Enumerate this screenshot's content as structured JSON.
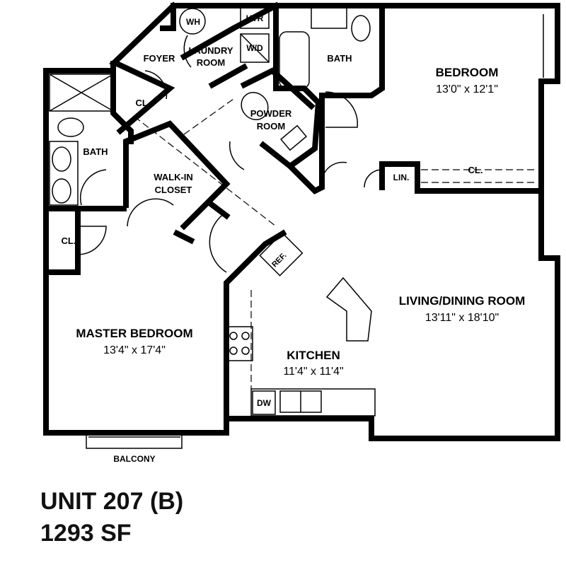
{
  "rooms": {
    "wh": "WH",
    "htr": "HTR",
    "wd": "W/D",
    "foyer": "FOYER",
    "laundry": [
      "LAUNDRY",
      "ROOM"
    ],
    "bath_top": "BATH",
    "bedroom": {
      "name": "BEDROOM",
      "dims": "13'0\" x 12'1\""
    },
    "cl_foyer": "CL.",
    "powder": [
      "POWDER",
      "ROOM"
    ],
    "bath_master": "BATH",
    "walkin": [
      "WALK-IN",
      "CLOSET"
    ],
    "lin": "LIN.",
    "cl_bedroom": "CL.",
    "cl_master": "CL.",
    "ref": "REF.",
    "living": {
      "name": "LIVING/DINING ROOM",
      "dims": "13'11\" x 18'10\""
    },
    "master": {
      "name": "MASTER BEDROOM",
      "dims": "13'4\" x 17'4\""
    },
    "kitchen": {
      "name": "KITCHEN",
      "dims": "11'4\" x 11'4\""
    },
    "dw": "DW",
    "balcony": "BALCONY"
  },
  "unit": {
    "title": "UNIT 207 (B)",
    "area": "1293 SF"
  }
}
